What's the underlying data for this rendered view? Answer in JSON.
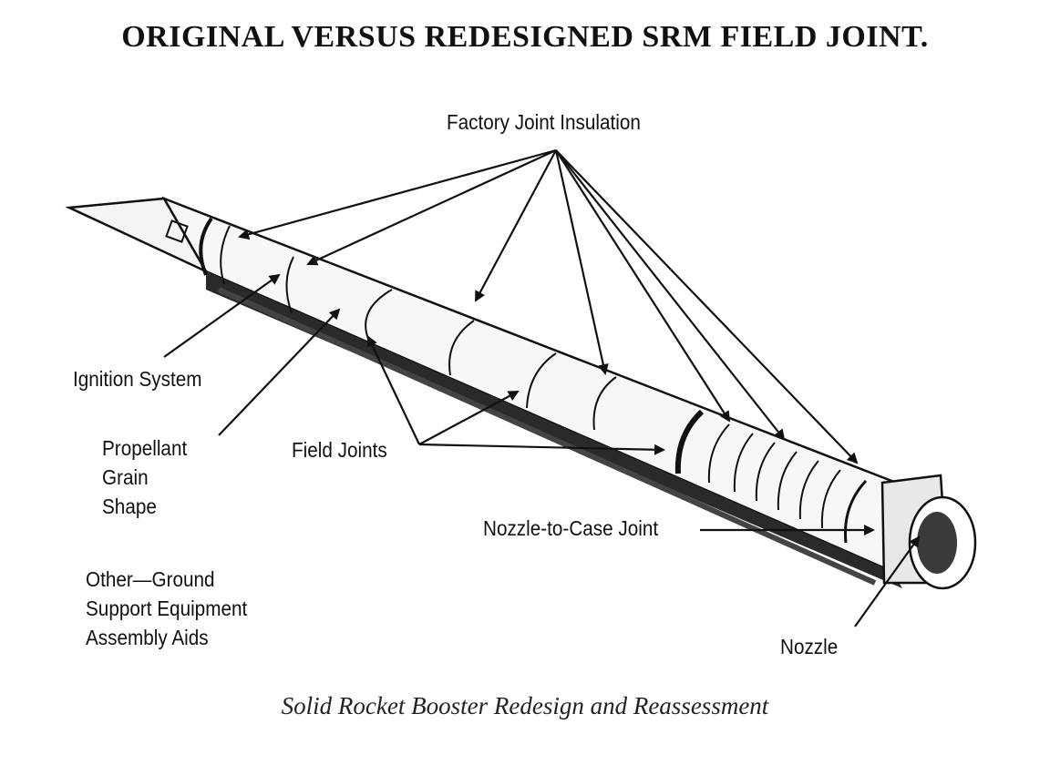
{
  "title": "ORIGINAL VERSUS REDESIGNED SRM FIELD JOINT.",
  "labels": {
    "factory_joint_insulation": "Factory Joint Insulation",
    "ignition_system": "Ignition System",
    "propellant_grain_shape": [
      "Propellant",
      "Grain",
      "Shape"
    ],
    "field_joints": "Field Joints",
    "nozzle_to_case_joint": "Nozzle-to-Case Joint",
    "other_ground_support": [
      "Other—Ground",
      "Support Equipment",
      "Assembly Aids"
    ],
    "nozzle": "Nozzle"
  },
  "caption": "Solid Rocket Booster Redesign and Reassessment",
  "colors": {
    "ink": "#111111",
    "background": "#ffffff"
  }
}
